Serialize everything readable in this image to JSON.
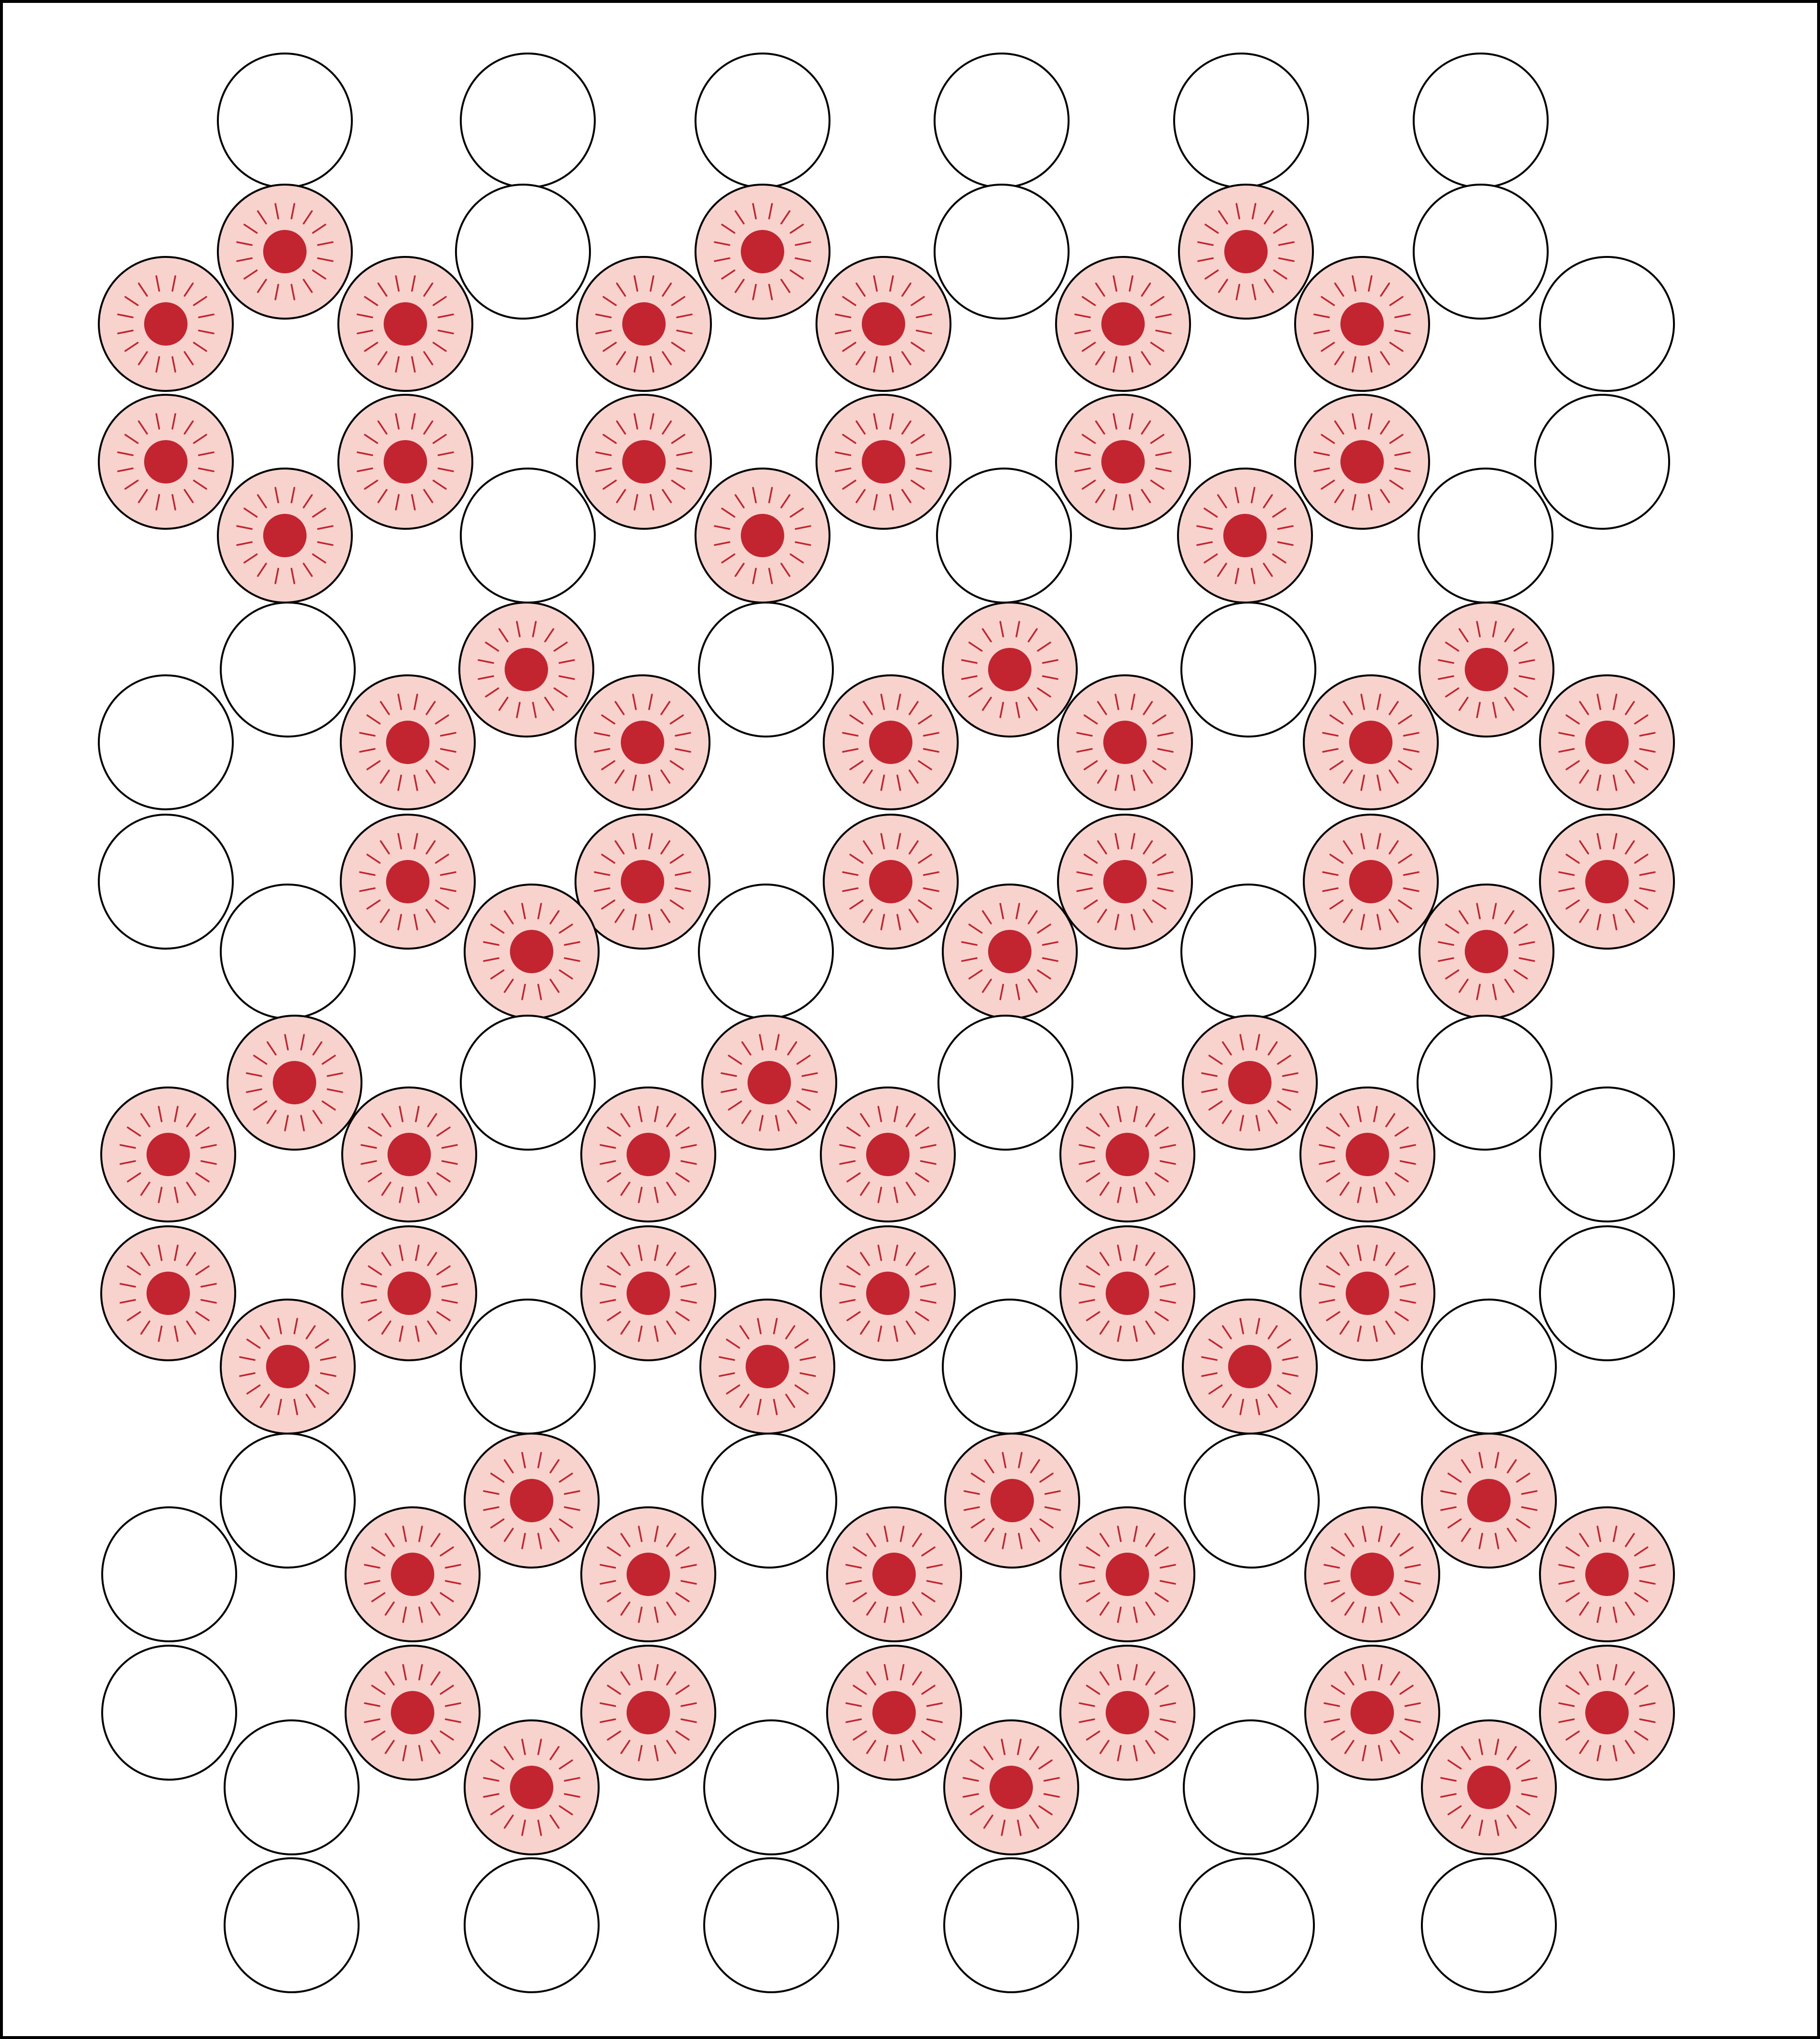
{
  "diagram": {
    "type": "hexagonal-lattice",
    "colors": {
      "lit_fill": "#f8d3ce",
      "core": "#c2252f",
      "ray": "#c2252f",
      "empty_fill": "#ffffff",
      "outline": "#000000",
      "background": "#ffffff"
    },
    "rows": [
      [
        "empty",
        "empty",
        "empty",
        "empty",
        "empty",
        "empty"
      ],
      [
        "lit",
        "empty",
        "lit",
        "empty",
        "lit",
        "empty"
      ],
      [
        "lit",
        "lit",
        "lit",
        "lit",
        "lit",
        "lit",
        "lit",
        "lit",
        "lit",
        "lit",
        "lit",
        "lit",
        "empty",
        "empty"
      ],
      [
        "lit",
        "empty",
        "lit",
        "empty",
        "lit",
        "empty"
      ],
      [
        "empty",
        "lit",
        "empty",
        "lit",
        "empty",
        "lit"
      ],
      [
        "empty",
        "empty",
        "lit",
        "lit",
        "lit",
        "lit",
        "lit",
        "lit",
        "lit",
        "lit",
        "lit",
        "lit",
        "lit",
        "lit"
      ],
      [
        "empty",
        "lit",
        "empty",
        "lit",
        "empty",
        "lit"
      ],
      [
        "lit",
        "empty",
        "lit",
        "empty",
        "lit",
        "empty"
      ],
      [
        "lit",
        "lit",
        "lit",
        "lit",
        "lit",
        "lit",
        "lit",
        "lit",
        "lit",
        "lit",
        "lit",
        "lit",
        "empty",
        "empty"
      ],
      [
        "lit",
        "empty",
        "lit",
        "empty",
        "lit",
        "empty"
      ],
      [
        "empty",
        "lit",
        "empty",
        "lit",
        "empty",
        "lit"
      ],
      [
        "empty",
        "empty",
        "lit",
        "lit",
        "lit",
        "lit",
        "lit",
        "lit",
        "lit",
        "lit",
        "lit",
        "lit",
        "lit",
        "lit"
      ],
      [
        "empty",
        "lit",
        "empty",
        "lit",
        "empty",
        "lit"
      ],
      [
        "empty",
        "empty",
        "empty",
        "empty",
        "empty",
        "empty"
      ]
    ]
  }
}
